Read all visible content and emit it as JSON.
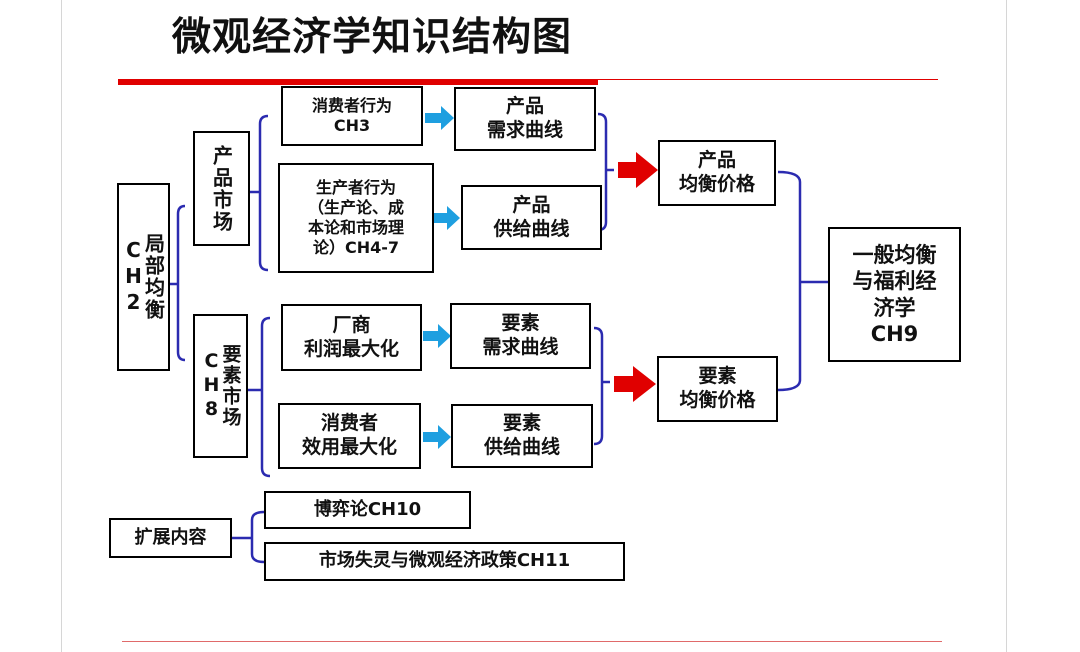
{
  "title": "微观经济学知识结构图",
  "nodes": {
    "local_equilibrium": "局部均衡 CH2",
    "product_market": "产品市场",
    "factor_market": "要素市场CH8",
    "consumer_behavior": "消费者行为\nCH3",
    "producer_behavior": "生产者行为\n（生产论、成\n本论和市场理\n论）CH4-7",
    "product_demand": "产品\n需求曲线",
    "product_supply": "产品\n供给曲线",
    "product_equilibrium": "产品\n均衡价格",
    "firm_profit_max": "厂商\n利润最大化",
    "consumer_utility_max": "消费者\n效用最大化",
    "factor_demand": "要素\n需求曲线",
    "factor_supply": "要素\n供给曲线",
    "factor_equilibrium": "要素\n均衡价格",
    "general_equilibrium": "一般均衡\n与福利经\n济学\nCH9",
    "extensions": "扩展内容",
    "game_theory": "博弈论CH10",
    "market_failure": "市场失灵与微观经济政策CH11"
  },
  "colors": {
    "accent_red": "#e00000",
    "bracket_blue": "#2b2bb0",
    "arrow_blue": "#1e9fe0"
  }
}
